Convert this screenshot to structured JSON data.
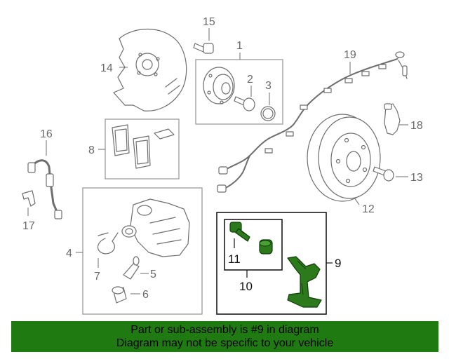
{
  "callouts": {
    "c1": "1",
    "c2": "2",
    "c3": "3",
    "c4": "4",
    "c5": "5",
    "c6": "6",
    "c7": "7",
    "c8": "8",
    "c9": "9",
    "c10": "10",
    "c11": "11",
    "c12": "12",
    "c13": "13",
    "c14": "14",
    "c15": "15",
    "c16": "16",
    "c17": "17",
    "c18": "18",
    "c19": "19"
  },
  "banner": {
    "line1": "Part or sub-assembly is #9 in diagram",
    "line2": "Diagram may not be specific to your vehicle"
  },
  "colors": {
    "highlight": "#2c7a1c",
    "banner_background": "#1f7a12"
  }
}
